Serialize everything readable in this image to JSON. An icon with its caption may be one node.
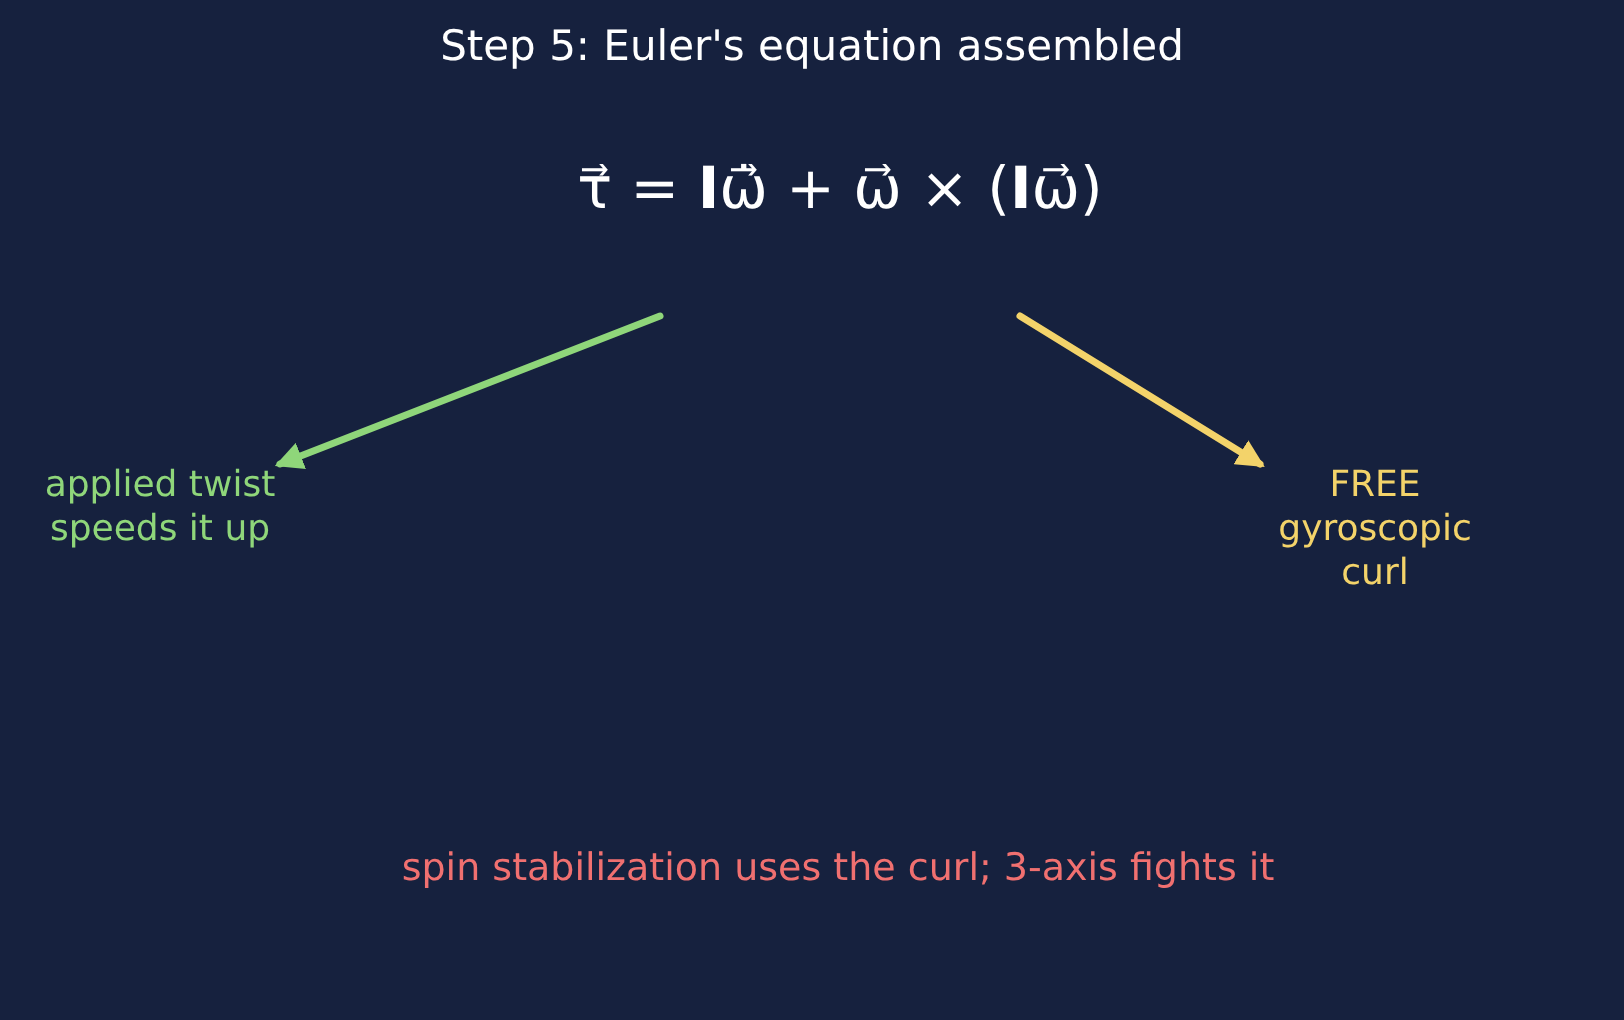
{
  "diagram": {
    "title": "Step 5: Euler's equation assembled",
    "nodes": [
      {
        "text": [
          "τ⃗ = **I**ω⃗̇ + ω⃗ × (**I**ω⃗)"
        ]
      },
      {
        "text": [
          "applied twist speeds it up"
        ]
      },
      {
        "text": [
          "FREE gyroscopic curl"
        ]
      }
    ],
    "edges": [
      {
        "from": 0,
        "to": 1,
        "arrow": "to",
        "color": "#8fd67a"
      },
      {
        "from": 0,
        "to": 2,
        "arrow": "to",
        "color": "#f3d36a"
      }
    ],
    "labels": [
      "spin stabilization uses the curl; 3-axis fights it"
    ]
  }
}
